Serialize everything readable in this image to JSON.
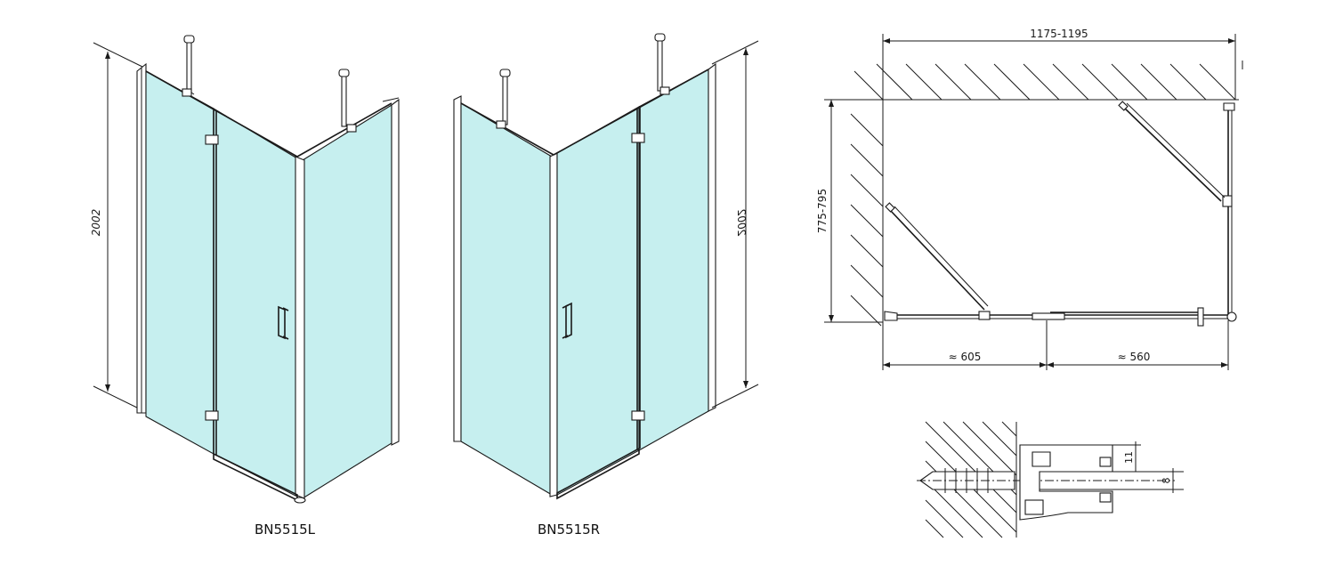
{
  "views": {
    "left_model": {
      "caption": "BN5515L",
      "height_label": "2002"
    },
    "right_model": {
      "caption": "BN5515R",
      "height_label": "2002"
    }
  },
  "plan": {
    "width_label": "1175-1195",
    "depth_label": "775-795",
    "left_segment_label": "≈ 605",
    "right_segment_label": "≈ 560"
  },
  "detail": {
    "dim_top": "11",
    "dim_right": "8"
  },
  "colors": {
    "glass": "#c6efef",
    "line": "#1a1a1a"
  }
}
